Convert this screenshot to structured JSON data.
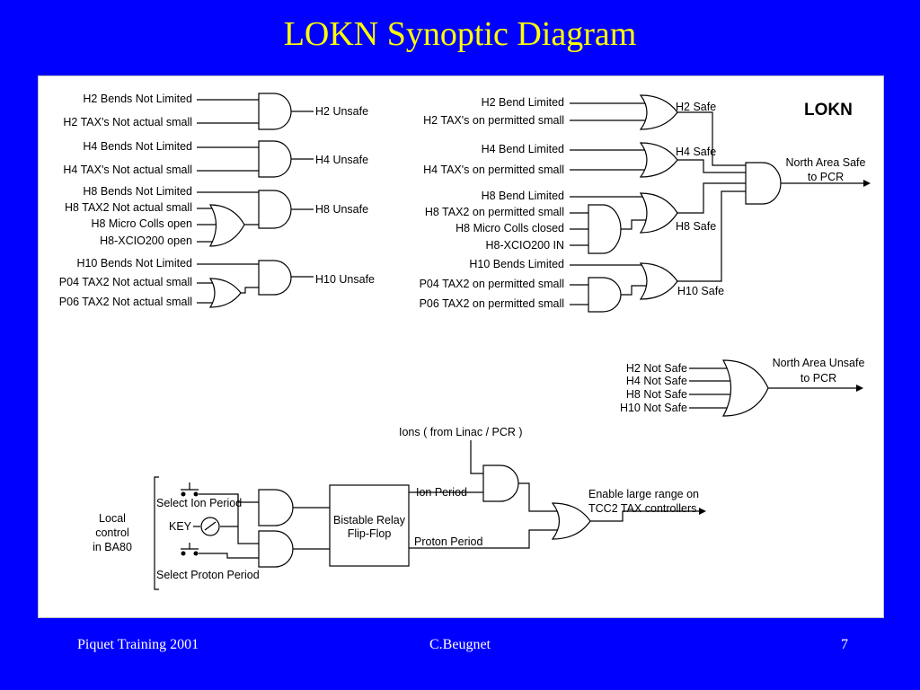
{
  "title": "LOKN Synoptic Diagram",
  "footer": {
    "left": "Piquet Training  2001",
    "center": "C.Beugnet",
    "right": "7"
  },
  "diagram": {
    "system_label": "LOKN",
    "unsafe_inputs": [
      "H2 Bends Not Limited",
      "H2 TAX's Not actual small",
      "H4 Bends Not Limited",
      "H4 TAX's Not actual small",
      "H8 Bends Not Limited",
      "H8 TAX2 Not actual small",
      "H8 Micro Colls open",
      "H8-XCIO200 open",
      "H10 Bends Not Limited",
      "P04 TAX2 Not actual small",
      "P06 TAX2 Not actual small"
    ],
    "unsafe_outputs": [
      "H2 Unsafe",
      "H4 Unsafe",
      "H8 Unsafe",
      "H10 Unsafe"
    ],
    "safe_inputs": [
      "H2 Bend Limited",
      "H2 TAX's on permitted small",
      "H4 Bend Limited",
      "H4 TAX's on permitted small",
      "H8 Bend Limited",
      "H8 TAX2 on permitted small",
      "H8 Micro Colls closed",
      "H8-XCIO200 IN",
      "H10 Bends Limited",
      "P04 TAX2 on permitted small",
      "P06 TAX2 on permitted small"
    ],
    "safe_outputs": [
      "H2 Safe",
      "H4 Safe",
      "H8 Safe",
      "H10 Safe"
    ],
    "north_safe": [
      "North Area Safe",
      "to PCR"
    ],
    "not_safe_inputs": [
      "H2 Not Safe",
      "H4 Not Safe",
      "H8 Not Safe",
      "H10 Not Safe"
    ],
    "north_unsafe": [
      "North Area Unsafe",
      "to PCR"
    ],
    "ions_label": "Ions  ( from Linac / PCR )",
    "local_control": [
      "Local",
      "control",
      "in BA80"
    ],
    "select_ion": "Select Ion Period",
    "key_label": "KEY",
    "select_proton": "Select Proton Period",
    "flipflop": [
      "Bistable  Relay",
      "Flip-Flop"
    ],
    "ion_period": "Ion Period",
    "proton_period": "Proton Period",
    "enable_label": [
      "Enable large range on",
      "TCC2 TAX controllers"
    ]
  }
}
